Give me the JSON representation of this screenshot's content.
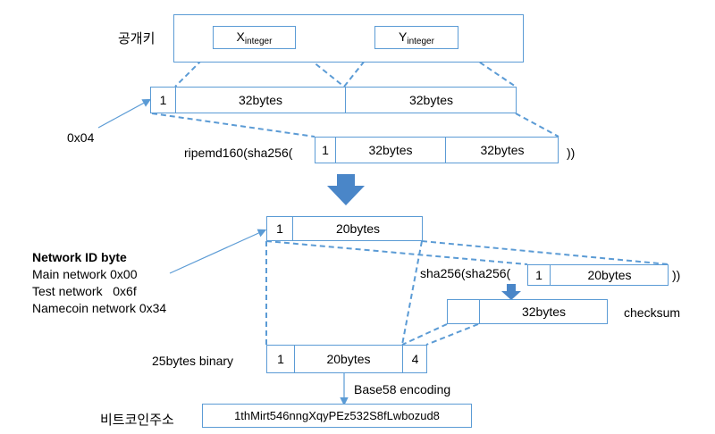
{
  "labels": {
    "public_key": "공개키",
    "x_main": "X",
    "x_sub": "integer",
    "y_main": "Y",
    "y_sub": "integer",
    "prefix_0x04": "0x04",
    "ripemd_prefix": "ripemd160(sha256(",
    "ripemd_suffix": "))",
    "sha_prefix": "sha256(sha256(",
    "sha_suffix": "))",
    "checksum": "checksum",
    "binary25": "25bytes binary",
    "base58": "Base58 encoding",
    "address_label": "비트코인주소",
    "address_value": "1thMirt546nngXqyPEz532S8fLwbozud8"
  },
  "network": {
    "title": "Network ID byte",
    "lines": [
      "Main network 0x00",
      "Test network   0x6f",
      "Namecoin network 0x34"
    ]
  },
  "cells": {
    "one": "1",
    "four": "4",
    "b32": "32bytes",
    "b20": "20bytes"
  },
  "colors": {
    "line": "#5b9bd5",
    "arrow_fill": "#4a86c8"
  }
}
